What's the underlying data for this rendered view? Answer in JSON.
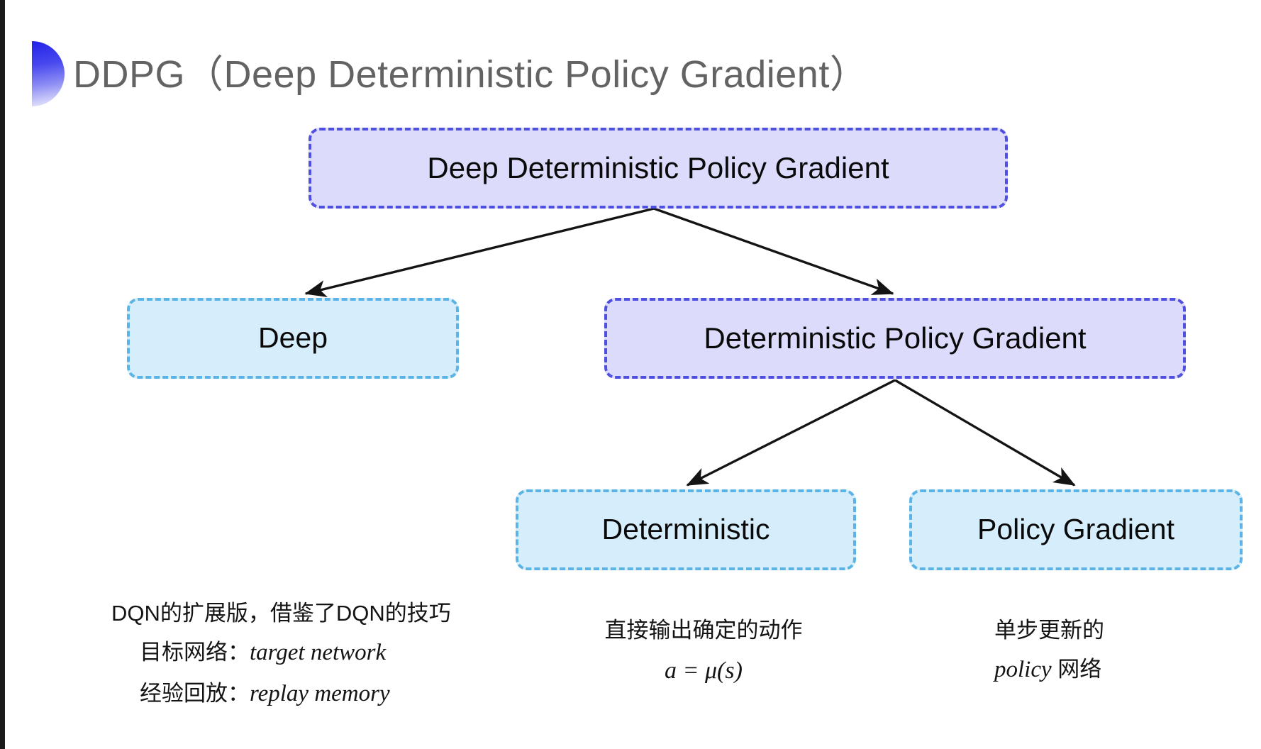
{
  "slide": {
    "title": "DDPG（Deep Deterministic Policy Gradient）",
    "decoration_icon": "half-circle-gradient-icon",
    "background_color": "#ffffff",
    "title_color": "#636363",
    "accent_purple": "#5050e0",
    "accent_purple_fill": "#dcdbfb",
    "accent_blue": "#5bb4e5",
    "accent_blue_fill": "#d6eefb",
    "arrow_color": "#1a1a1a"
  },
  "diagram": {
    "type": "tree",
    "nodes": [
      {
        "id": "root",
        "label": "Deep Deterministic Policy Gradient",
        "style": "purple",
        "level": 0
      },
      {
        "id": "deep",
        "label": "Deep",
        "style": "blue",
        "level": 1
      },
      {
        "id": "dpg",
        "label": "Deterministic Policy Gradient",
        "style": "purple",
        "level": 1
      },
      {
        "id": "det",
        "label": "Deterministic",
        "style": "blue",
        "level": 2
      },
      {
        "id": "pg",
        "label": "Policy Gradient",
        "style": "blue",
        "level": 2
      }
    ],
    "edges": [
      {
        "from": "root",
        "to": "deep"
      },
      {
        "from": "root",
        "to": "dpg"
      },
      {
        "from": "dpg",
        "to": "det"
      },
      {
        "from": "dpg",
        "to": "pg"
      }
    ]
  },
  "annotations": {
    "deep": {
      "line1": "DQN的扩展版，借鉴了DQN的技巧",
      "line2_label": "目标网络：",
      "line2_term": "target network",
      "line3_label": "经验回放：",
      "line3_term": "replay memory"
    },
    "deterministic": {
      "line1": "直接输出确定的动作",
      "formula": "a = μ(s)"
    },
    "policy_gradient": {
      "line1": "单步更新的",
      "line2_term": "policy",
      "line2_suffix": " 网络"
    }
  }
}
